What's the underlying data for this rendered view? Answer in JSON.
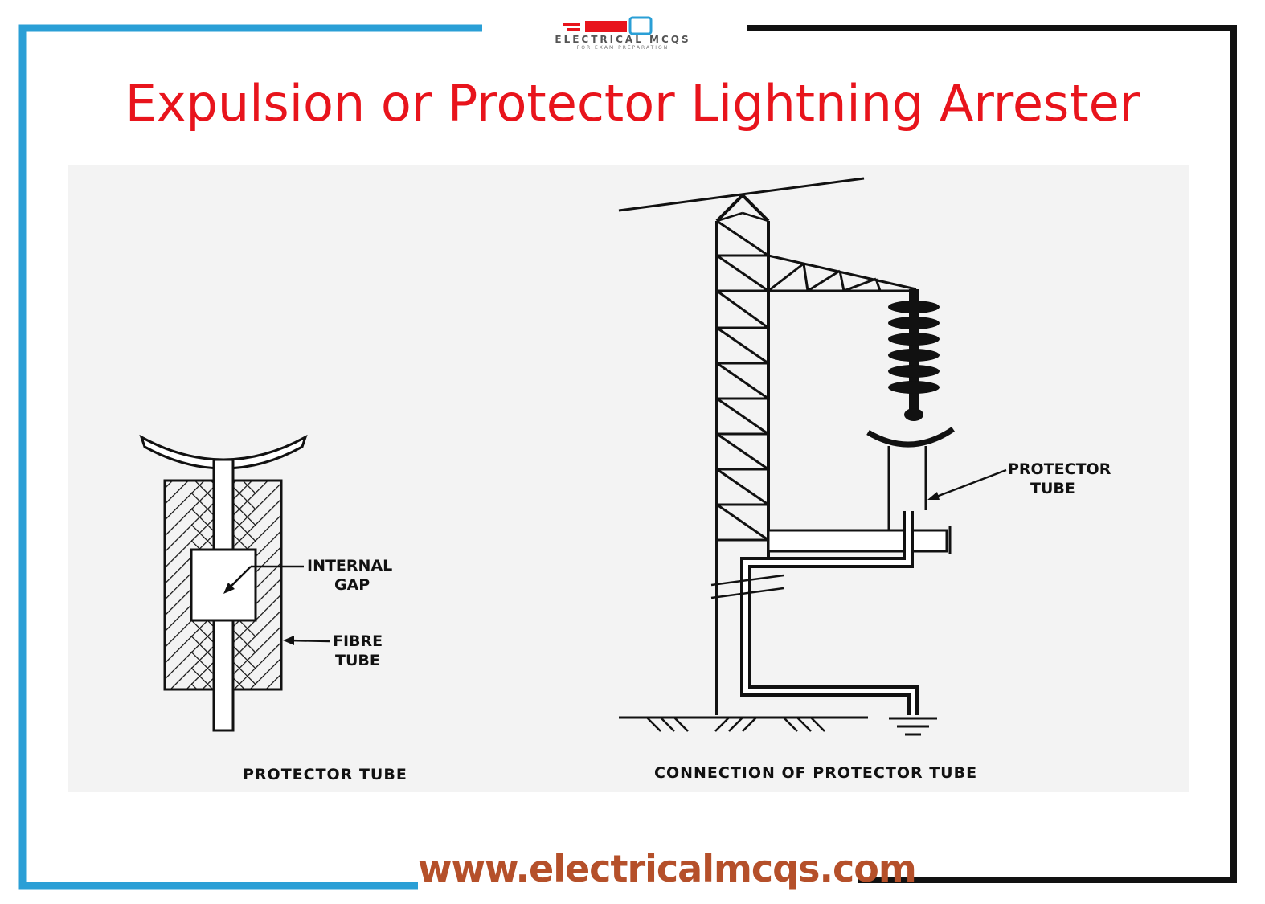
{
  "title": "Expulsion or Protector Lightning Arrester",
  "logo": {
    "name": "ELECTRICAL MCQS",
    "tagline": "FOR EXAM PREPARATION"
  },
  "website": "www.electricalmcqs.com",
  "left_diagram": {
    "caption": "PROTECTOR TUBE",
    "labels": {
      "internal_gap_1": "INTERNAL",
      "internal_gap_2": "GAP",
      "fibre_tube_1": "FIBRE",
      "fibre_tube_2": "TUBE"
    }
  },
  "right_diagram": {
    "caption": "CONNECTION OF PROTECTOR TUBE",
    "labels": {
      "protector_tube_1": "PROTECTOR",
      "protector_tube_2": "TUBE"
    }
  },
  "colors": {
    "title": "#e8141c",
    "frame_left": "#2a9fd6",
    "frame_right": "#111111",
    "website": "#b5502a"
  }
}
